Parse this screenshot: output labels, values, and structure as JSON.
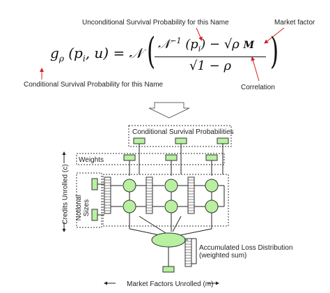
{
  "annotations": {
    "unconditional": "Unconditional Survival Probability for this Name",
    "market_factor": "Market factor",
    "conditional": "Conditional Survival Probability for this Name",
    "correlation": "Correlation"
  },
  "formula": {
    "lhs": "g",
    "lhs_sub": "ρ",
    "lhs_args": "(p",
    "lhs_args_sub": "i",
    "lhs_args_end": ", u) = 𝒩",
    "numerator_a": "𝒩",
    "numerator_sup": "−1",
    "numerator_b": "(p",
    "numerator_sub": "i",
    "numerator_c": ") − √ρ",
    "numerator_m": "M",
    "denominator": "√1 − ρ"
  },
  "diagram": {
    "csp_label": "Conditional Survival Probabilities",
    "weights_label": "Weights",
    "notional_label": "Notional Sizes",
    "credits_axis": "Credits Unrolled (c)",
    "market_axis": "Market Factors Unrolled (m)",
    "accum_label_1": "Accumulated Loss Distribution",
    "accum_label_2": "(weighted sum)"
  },
  "colors": {
    "block_fill": "#b8f0a0",
    "block_stroke": "#333333",
    "annotation_arrow": "#d02020"
  }
}
